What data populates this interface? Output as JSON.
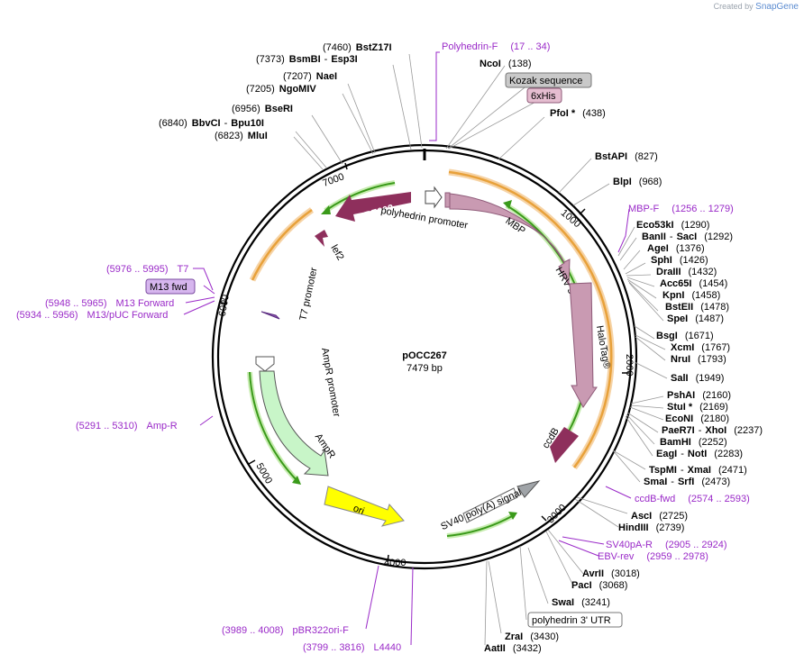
{
  "credit": {
    "prefix": "Created by",
    "brand": "SnapGene"
  },
  "center": {
    "name": "pOCC267",
    "size": "7479 bp"
  },
  "ticks": [
    "1000",
    "2000",
    "3000",
    "4000",
    "5000",
    "6000",
    "7000"
  ],
  "sites": {
    "bstz17i": {
      "pos": "(7460)",
      "name": "BstZ17I"
    },
    "bsmbi": {
      "pos": "(7373)",
      "name": "BsmBI",
      "name2": "Esp3I"
    },
    "naei": {
      "pos": "(7207)",
      "name": "NaeI"
    },
    "ngomiv": {
      "pos": "(7205)",
      "name": "NgoMIV"
    },
    "bseri": {
      "pos": "(6956)",
      "name": "BseRI"
    },
    "bbvci": {
      "pos": "(6840)",
      "name": "BbvCI",
      "name2": "Bpu10I"
    },
    "mlui": {
      "pos": "(6823)",
      "name": "MluI"
    },
    "ncoi": {
      "name": "NcoI",
      "pos": "(138)"
    },
    "pfoi": {
      "name": "PfoI *",
      "pos": "(438)"
    },
    "bstapi": {
      "name": "BstAPI",
      "pos": "(827)"
    },
    "blpi": {
      "name": "BlpI",
      "pos": "(968)"
    },
    "eco53ki": {
      "name": "Eco53kI",
      "pos": "(1290)"
    },
    "banii": {
      "name": "BanII",
      "name2": "SacI",
      "pos": "(1292)"
    },
    "agei": {
      "name": "AgeI",
      "pos": "(1376)"
    },
    "sphi": {
      "name": "SphI",
      "pos": "(1426)"
    },
    "draiii": {
      "name": "DraIII",
      "pos": "(1432)"
    },
    "acc65i": {
      "name": "Acc65I",
      "pos": "(1454)"
    },
    "kpni": {
      "name": "KpnI",
      "pos": "(1458)"
    },
    "bsteii": {
      "name": "BstEII",
      "pos": "(1478)"
    },
    "spei": {
      "name": "SpeI",
      "pos": "(1487)"
    },
    "bsgi": {
      "name": "BsgI",
      "pos": "(1671)"
    },
    "xcmi": {
      "name": "XcmI",
      "pos": "(1767)"
    },
    "arui": {
      "name": "NruI",
      "pos": "(1793)"
    },
    "sali": {
      "name": "SalI",
      "pos": "(1949)"
    },
    "pshai": {
      "name": "PshAI",
      "pos": "(2160)"
    },
    "stui": {
      "name": "StuI *",
      "pos": "(2169)"
    },
    "econi": {
      "name": "EcoNI",
      "pos": "(2180)"
    },
    "paer7i": {
      "name": "PaeR7I",
      "name2": "XhoI",
      "pos": "(2237)"
    },
    "bamhi": {
      "name": "BamHI",
      "pos": "(2252)"
    },
    "eagi": {
      "name": "EagI",
      "name2": "NotI",
      "pos": "(2283)"
    },
    "tspmi": {
      "name": "TspMI",
      "name2": "XmaI",
      "pos": "(2471)"
    },
    "smai": {
      "name": "SmaI",
      "name2": "SrfI",
      "pos": "(2473)"
    },
    "asci": {
      "name": "AscI",
      "pos": "(2725)"
    },
    "hindiii": {
      "name": "HindIII",
      "pos": "(2739)"
    },
    "avrii": {
      "name": "AvrII",
      "pos": "(3018)"
    },
    "paci": {
      "name": "PacI",
      "pos": "(3068)"
    },
    "swai": {
      "name": "SwaI",
      "pos": "(3241)"
    },
    "zrai": {
      "name": "ZraI",
      "pos": "(3430)"
    },
    "aatii": {
      "name": "AatII",
      "pos": "(3432)"
    }
  },
  "primers": {
    "polyhedrin_f": {
      "name": "Polyhedrin-F",
      "range": "(17 .. 34)"
    },
    "mbp_f": {
      "name": "MBP-F",
      "range": "(1256 .. 1279)"
    },
    "ccdb_fwd": {
      "name": "ccdB-fwd",
      "range": "(2574 .. 2593)"
    },
    "sv40pa_r": {
      "name": "SV40pA-R",
      "range": "(2905 .. 2924)"
    },
    "ebv_rev": {
      "name": "EBV-rev",
      "range": "(2959 .. 2978)"
    },
    "pbr322ori_f": {
      "name": "pBR322ori-F",
      "range": "(3989 .. 4008)"
    },
    "l4440": {
      "name": "L4440",
      "range": "(3799 .. 3816)"
    },
    "amp_r": {
      "name": "Amp-R",
      "range": "(5291 .. 5310)"
    },
    "t7": {
      "name": "T7",
      "range": "(5976 .. 5995)"
    },
    "m13_forward": {
      "name": "M13 Forward",
      "range": "(5948 .. 5965)"
    },
    "m13_puc": {
      "name": "M13/pUC Forward",
      "range": "(5934 .. 5956)"
    }
  },
  "boxed": {
    "kozak": "Kozak sequence",
    "his": "6xHis",
    "m13fwd": "M13 fwd",
    "polyh3utr": "polyhedrin 3' UTR"
  },
  "features": {
    "orf603": "ORF603",
    "lef2": "lef2",
    "polyhedrin_promoter": "polyhedrin promoter",
    "mbp": "MBP",
    "hrv3c": "HRV 3C site",
    "halotag": "HaloTag®",
    "ccdb": "ccdB",
    "sv40": "SV40 poly(A) signal",
    "ori": "ori",
    "ampr": "AmpR",
    "ampr_promoter": "AmpR promoter",
    "t7_promoter": "T7 promoter"
  },
  "colors": {
    "backbone": "#000000",
    "maroon": "#8e2f5c",
    "mauve": "#c99ab2",
    "mauve_stroke": "#8e5a78",
    "green_arc": "#3a9a1a",
    "orange_arc": "#e8a13a",
    "ampr_fill": "#c8f5c8",
    "ori_fill": "#ffff00",
    "primer": "#9a2ac8",
    "gray_feature": "#a0a4a8"
  }
}
